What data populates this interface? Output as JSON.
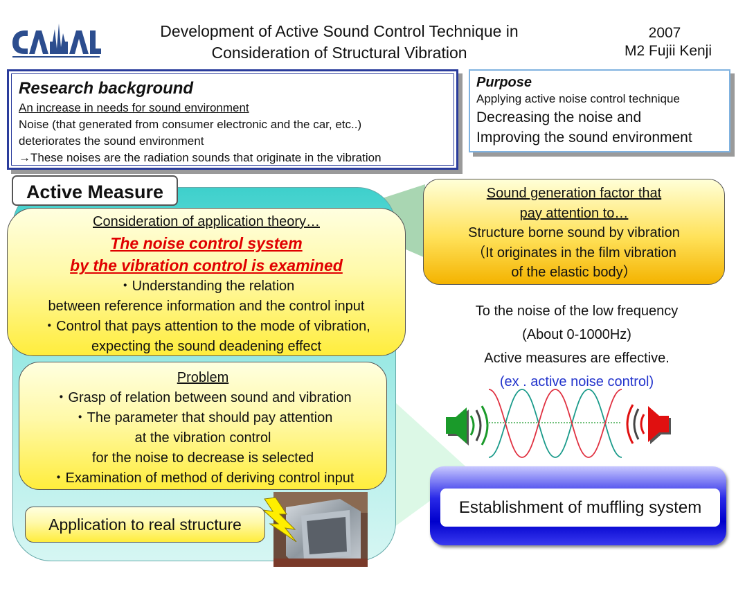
{
  "header": {
    "logo_text": "CAMAL",
    "title_line1": "Development of Active Sound Control Technique in",
    "title_line2": "Consideration of Structural Vibration",
    "year": "2007",
    "author": "M2  Fujii Kenji"
  },
  "background": {
    "title": "Research background",
    "line1": "An increase in needs for sound environment",
    "line2": "Noise (that generated from consumer electronic and the car, etc..)",
    "line3": "deteriorates the sound environment",
    "line4": "→These noises are the radiation sounds that originate in the vibration"
  },
  "purpose": {
    "title": "Purpose",
    "line1": "Applying active noise control technique",
    "line2": "Decreasing the noise and",
    "line3": "Improving the sound environment"
  },
  "active_measure": {
    "label": "Active Measure",
    "theory": {
      "heading": "Consideration of application theory…",
      "red1": "The noise control system",
      "red2": "by the vibration control is examined",
      "l1": "・Understanding the relation",
      "l2": "between reference information and the control input",
      "l3": "・Control that pays attention to the mode of vibration,",
      "l4": "expecting the sound deadening effect"
    },
    "problem": {
      "heading": "Problem",
      "l1": "・Grasp of relation between sound and vibration",
      "l2": "・The parameter that should pay attention",
      "l3": "at the vibration control",
      "l4": "for the noise to decrease is selected",
      "l5": "・Examination of method of deriving control input"
    },
    "apply": "Application to real structure"
  },
  "factor": {
    "l1": "Sound generation factor that",
    "l2": "pay attention to…",
    "l3": "Structure borne sound by vibration",
    "l4": "（It originates in the film vibration",
    "l5": "of the elastic body）"
  },
  "lowfreq": {
    "l1": "To the noise of the low frequency",
    "l2": "(About 0-1000Hz)",
    "l3": "Active measures are effective.",
    "l4": "(ex . active noise control)"
  },
  "result": "Establishment of muffling system",
  "colors": {
    "left_speaker": "#1a9a2a",
    "right_speaker": "#e01010",
    "wave_teal": "#199a8a",
    "wave_red": "#e03040"
  }
}
